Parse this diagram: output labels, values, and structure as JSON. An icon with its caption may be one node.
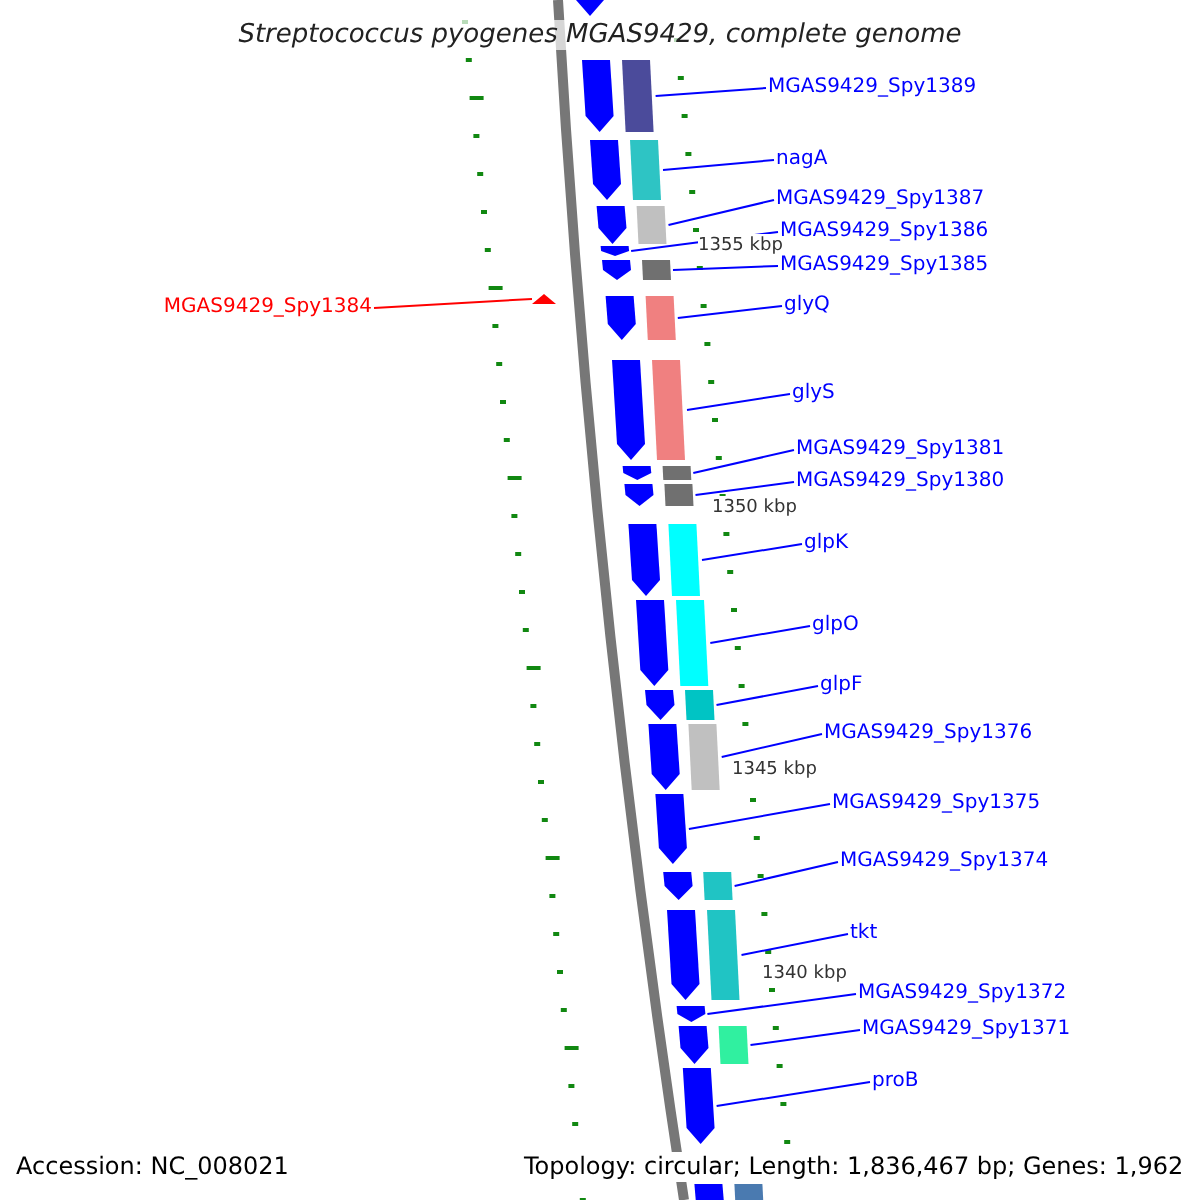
{
  "diagram": {
    "title": "Streptococcus pyogenes MGAS9429, complete genome",
    "nodes": [
      {
        "text": [
          "MGAS9429_Spy1389"
        ]
      },
      {
        "text": [
          "nagA"
        ]
      },
      {
        "text": [
          "MGAS9429_Spy1387"
        ]
      },
      {
        "text": [
          "MGAS9429_Spy1386"
        ]
      },
      {
        "text": [
          "MGAS9429_Spy1385"
        ]
      },
      {
        "text": [
          "MGAS9429_Spy1384"
        ]
      },
      {
        "text": [
          "glyQ"
        ]
      },
      {
        "text": [
          "glyS"
        ]
      },
      {
        "text": [
          "MGAS9429_Spy1381"
        ]
      },
      {
        "text": [
          "MGAS9429_Spy1380"
        ]
      },
      {
        "text": [
          "glpK"
        ]
      },
      {
        "text": [
          "glpO"
        ]
      },
      {
        "text": [
          "glpF"
        ]
      },
      {
        "text": [
          "MGAS9429_Spy1376"
        ]
      },
      {
        "text": [
          "MGAS9429_Spy1375"
        ]
      },
      {
        "text": [
          "MGAS9429_Spy1374"
        ]
      },
      {
        "text": [
          "tkt"
        ]
      },
      {
        "text": [
          "MGAS9429_Spy1372"
        ]
      },
      {
        "text": [
          "MGAS9429_Spy1371"
        ]
      },
      {
        "text": [
          "proB"
        ]
      },
      {
        "text": [],
        "shape": "box"
      },
      {
        "text": [],
        "shape": "box"
      },
      {
        "text": [],
        "shape": "box"
      },
      {
        "text": [],
        "shape": "pentagon"
      },
      {
        "text": [],
        "shape": "box"
      },
      {
        "text": [],
        "shape": "triangle"
      },
      {
        "text": [],
        "shape": "box"
      },
      {
        "text": [],
        "shape": "box"
      },
      {
        "text": [],
        "shape": "box"
      },
      {
        "text": [],
        "shape": "box"
      },
      {
        "text": [],
        "shape": "box"
      },
      {
        "text": [],
        "shape": "box"
      },
      {
        "text": [],
        "shape": "box"
      },
      {
        "text": [],
        "shape": "box"
      },
      {
        "text": [],
        "shape": "pentagon"
      },
      {
        "text": [],
        "shape": "box"
      },
      {
        "text": [],
        "shape": "box"
      },
      {
        "text": [],
        "shape": "pentagon"
      },
      {
        "text": [],
        "shape": "box"
      },
      {
        "text": [],
        "shape": "pentagon"
      },
      {
        "text": [],
        "shape": "pentagon"
      },
      {
        "text": [],
        "shape": "pentagon"
      },
      {
        "text": [],
        "shape": "pentagon"
      },
      {
        "text": [],
        "shape": "pentagon"
      },
      {
        "text": [],
        "shape": "pentagon"
      },
      {
        "text": [],
        "shape": "pentagon"
      },
      {
        "text": [],
        "shape": "pentagon"
      },
      {
        "text": [],
        "shape": "pentagon"
      },
      {
        "text": [],
        "shape": "pentagon"
      },
      {
        "text": [],
        "shape": "pentagon"
      },
      {
        "text": [],
        "shape": "pentagon"
      },
      {
        "text": [],
        "shape": "pentagon"
      },
      {
        "text": [],
        "shape": "pentagon"
      },
      {
        "text": [],
        "shape": "pentagon"
      },
      {
        "text": [],
        "shape": "pentagon"
      },
      {
        "text": [],
        "shape": "pentagon"
      },
      {
        "text": [],
        "shape": "pentagon"
      },
      {
        "text": [],
        "shape": "box"
      }
    ],
    "edges": [
      {
        "from": 0,
        "to": 20,
        "arrow": "none"
      },
      {
        "from": 1,
        "to": 21,
        "arrow": "none"
      },
      {
        "from": 2,
        "to": 22,
        "arrow": "none"
      },
      {
        "from": 3,
        "to": 23,
        "arrow": "none"
      },
      {
        "from": 4,
        "to": 24,
        "arrow": "none"
      },
      {
        "from": 5,
        "to": 25,
        "arrow": "none",
        "color": "#ff0000"
      },
      {
        "from": 6,
        "to": 26,
        "arrow": "none"
      },
      {
        "from": 7,
        "to": 27,
        "arrow": "none"
      },
      {
        "from": 8,
        "to": 28,
        "arrow": "none"
      },
      {
        "from": 9,
        "to": 29,
        "arrow": "none"
      },
      {
        "from": 10,
        "to": 30,
        "arrow": "none"
      },
      {
        "from": 11,
        "to": 31,
        "arrow": "none"
      },
      {
        "from": 12,
        "to": 32,
        "arrow": "none"
      },
      {
        "from": 13,
        "to": 33,
        "arrow": "none"
      },
      {
        "from": 14,
        "to": 34,
        "arrow": "none"
      },
      {
        "from": 15,
        "to": 35,
        "arrow": "none"
      },
      {
        "from": 16,
        "to": 36,
        "arrow": "none"
      },
      {
        "from": 17,
        "to": 37,
        "arrow": "none"
      },
      {
        "from": 18,
        "to": 38,
        "arrow": "none"
      },
      {
        "from": 19,
        "to": 39,
        "arrow": "none"
      }
    ],
    "labels": [
      "1355 kbp",
      "1350 kbp",
      "1345 kbp",
      "1340 kbp",
      "Accession: NC_008021",
      "Topology: circular; Length: 1,836,467 bp; Genes: 1,962"
    ]
  }
}
